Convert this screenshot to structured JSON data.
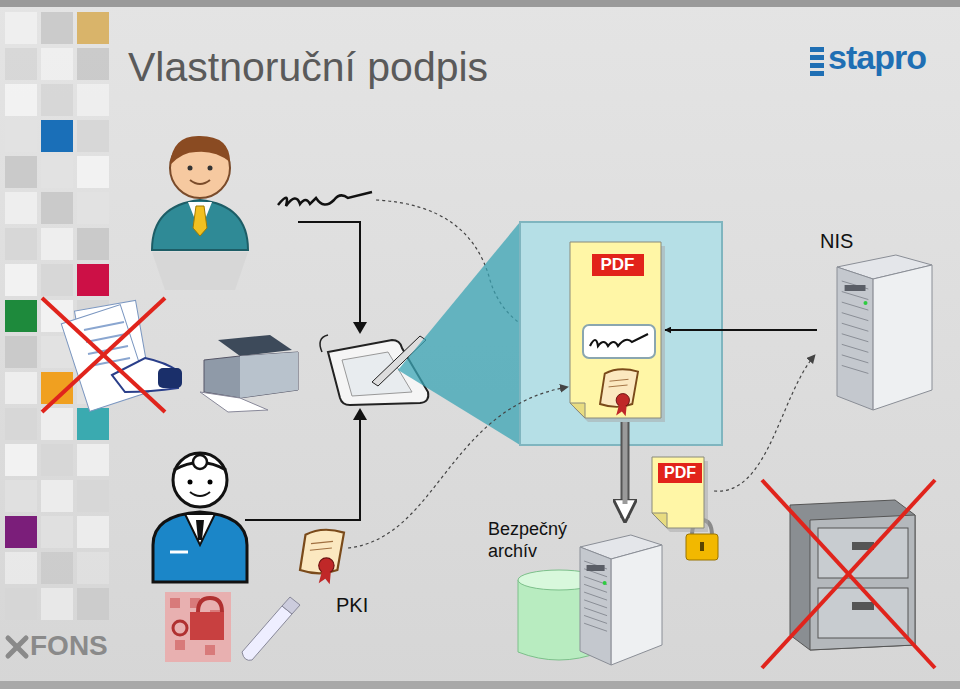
{
  "diagram": {
    "title": "Vlastnoruční podpis",
    "nodes": [
      {
        "text": [
          "PDF"
        ]
      },
      {
        "text": [
          "NIS"
        ]
      },
      {
        "text": [
          "PDF"
        ]
      },
      {
        "text": [
          "Bezpečný archív"
        ]
      },
      {
        "text": [
          "PKI"
        ]
      }
    ],
    "edges": [
      {
        "from": 1,
        "to": 0,
        "arrow": "to"
      },
      {
        "from": 0,
        "to": 3,
        "arrow": "to"
      },
      {
        "from": 2,
        "to": 1,
        "arrow": "to"
      },
      {
        "from": 4,
        "to": 0,
        "arrow": "to"
      }
    ],
    "labels": [
      "stapro",
      "FONS"
    ]
  }
}
